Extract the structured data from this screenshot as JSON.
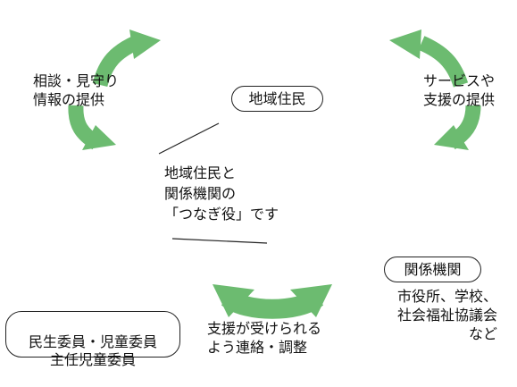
{
  "nodes": {
    "residents": "地域住民",
    "agencies": "関係機関",
    "agencies_examples": "市役所、学校、\n社会福祉協議会\nなど",
    "welfare_commissioners": "民生委員・児童委員\n主任児童委員"
  },
  "center": {
    "label": "地域住民と\n関係機関の\n「つなぎ役」です"
  },
  "flows": {
    "consult": "相談・見守り\n情報の提供",
    "services": "サービスや\n支援の提供",
    "coordinate": "支援が受けられる\nよう連絡・調整"
  },
  "colors": {
    "arrow_green": "#6cbb70",
    "outline": "#222222"
  }
}
